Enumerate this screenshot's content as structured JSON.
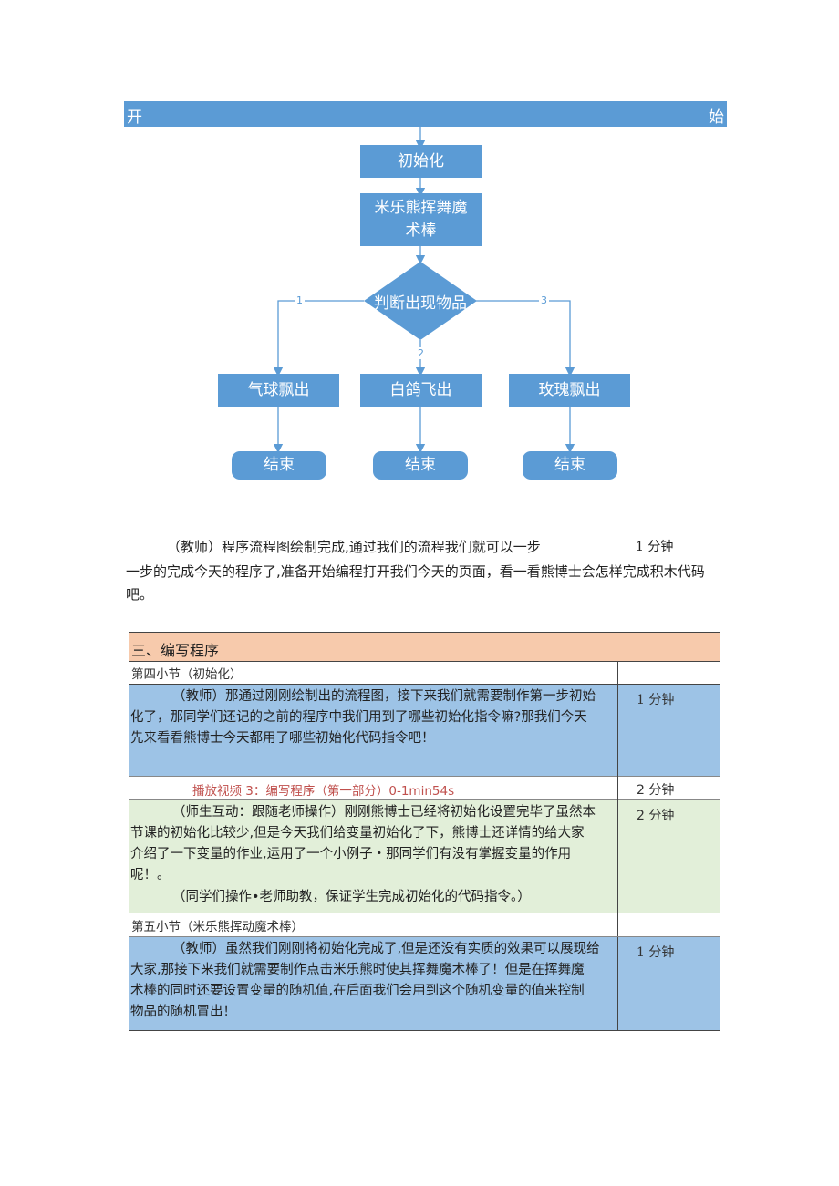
{
  "flowchart": {
    "start_left": "开",
    "start_right": "始",
    "init": "初始化",
    "wave_line1": "米乐熊挥舞魔",
    "wave_line2": "术棒",
    "decision": "判断出现物品",
    "edge1": "1",
    "edge2": "2",
    "edge3": "3",
    "out1": "气球飘出",
    "out2": "白鸽飞出",
    "out3": "玫瑰飘出",
    "end1": "结束",
    "end2": "结束",
    "end3": "结束",
    "colors": {
      "box": "#5b9bd5",
      "line": "#5b9bd5"
    }
  },
  "intro": {
    "line1": "（教师）程序流程图绘制完成,通过我们的流程我们就可以一步",
    "line2": "一步的完成今天的程序了,准备开始编程打开我们今天的页面，看一看熊博士会怎样完成积木代码",
    "line3": "吧。",
    "time": "1 分钟"
  },
  "table": {
    "header": "三、编写程序",
    "section4_title": "第四小节（初始化）",
    "row1": {
      "lines": [
        "（教师）那通过刚刚绘制出的流程图，接下来我们就需要制作第一步初始",
        "化了，那同学们还记的之前的程序中我们用到了哪些初始化指令嘛?那我们今天",
        "先来看看熊博士今天都用了哪些初始化代码指令吧！"
      ],
      "time": "1 分钟"
    },
    "video": {
      "text": "播放视频 3：编写程序（第一部分）0-1min54s",
      "time": "2 分钟"
    },
    "row2": {
      "lines": [
        "（师生互动：跟随老师操作）刚刚熊博士已经将初始化设置完毕了虽然本",
        "节课的初始化比较少,但是今天我们给变量初始化了下，熊博士还详情的给大家",
        "介绍了一下变量的作业,运用了一个小例子・那同学们有没有掌握变量的作用",
        "呢！。",
        "（同学们操作•老师助教，保证学生完成初始化的代码指令。）"
      ],
      "time": "2 分钟"
    },
    "section5_title": "第五小节（米乐熊挥动魔术棒）",
    "row3": {
      "lines": [
        "（教师）虽然我们刚刚将初始化完成了,但是还没有实质的效果可以展现给",
        "大家,那接下来我们就需要制作点击米乐熊时使其挥舞魔术棒了！但是在挥舞魔",
        "术棒的同时还要设置变量的随机值,在后面我们会用到这个随机变量的值来控制",
        "物品的随机冒出！"
      ],
      "time": "1 分钟"
    },
    "colors": {
      "header": "#f7caac",
      "blue": "#9dc3e6",
      "green": "#e2efd9",
      "video_text": "#c0504d"
    }
  }
}
